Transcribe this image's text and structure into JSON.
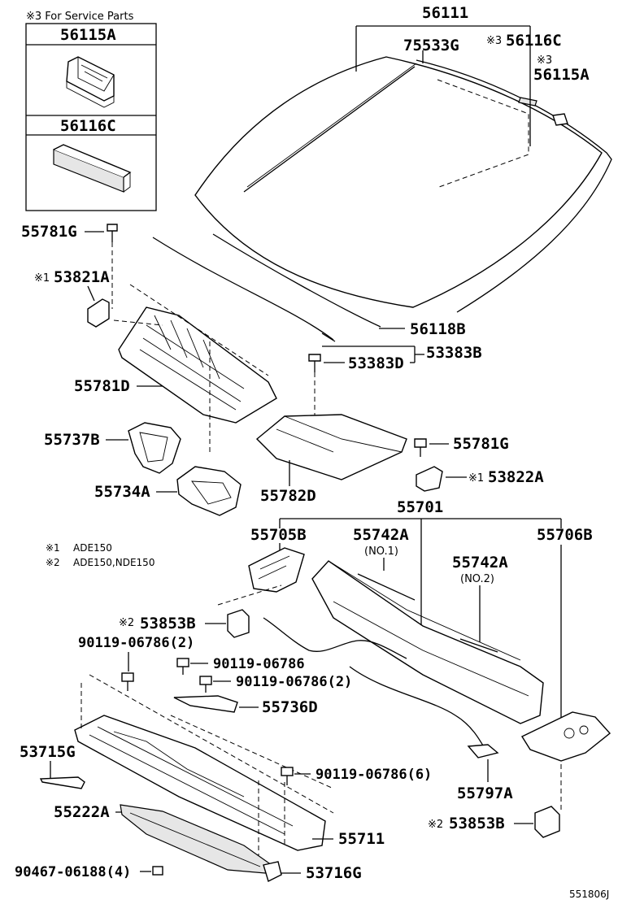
{
  "service_box": {
    "title": "※3 For Service Parts",
    "part_a": "56115A",
    "part_c": "56116C"
  },
  "legend": {
    "note1_mark": "※1",
    "note1_text": "ADE150",
    "note2_mark": "※2",
    "note2_text": "ADE150,NDE150"
  },
  "labels": {
    "p56111": "56111",
    "p75533G": "75533G",
    "p56116C_mark": "※3",
    "p56116C": "56116C",
    "p56115A_mark": "※3",
    "p56115A": "56115A",
    "p55781G_top": "55781G",
    "p53821A_mark": "※1",
    "p53821A": "53821A",
    "p56118B": "56118B",
    "p53383D": "53383D",
    "p53383B": "53383B",
    "p55781D": "55781D",
    "p55737B": "55737B",
    "p55781G_mid": "55781G",
    "p53822A_mark": "※1",
    "p53822A": "53822A",
    "p55734A": "55734A",
    "p55782D": "55782D",
    "p55701": "55701",
    "p55705B": "55705B",
    "p55742A_1": "55742A",
    "p55742A_1_sub": "(NO.1)",
    "p55742A_2": "55742A",
    "p55742A_2_sub": "(NO.2)",
    "p55706B": "55706B",
    "p53853B_top_mark": "※2",
    "p53853B_top": "53853B",
    "p90119_a": "90119-06786(2)",
    "p90119_b": "90119-06786",
    "p90119_c": "90119-06786(2)",
    "p55736D": "55736D",
    "p53715G": "53715G",
    "p90119_d": "90119-06786(6)",
    "p55222A": "55222A",
    "p55797A": "55797A",
    "p53853B_bot_mark": "※2",
    "p53853B_bot": "53853B",
    "p55711": "55711",
    "p90467": "90467-06188(4)",
    "p53716G": "53716G",
    "diagram_id": "551806J"
  }
}
